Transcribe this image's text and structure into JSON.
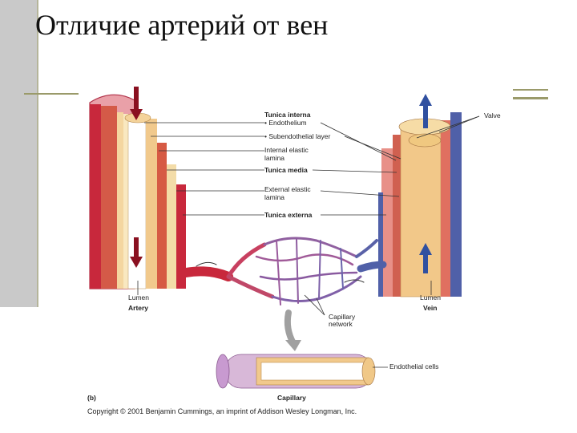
{
  "title": "Отличие артерий от вен",
  "labels": {
    "tunica_interna": "Tunica interna",
    "endothelium": "• Endothelium",
    "subendothelial": "• Subendothelial layer",
    "internal_elastic_1": "Internal elastic",
    "internal_elastic_2": "lamina",
    "tunica_media": "Tunica media",
    "external_elastic_1": "External elastic",
    "external_elastic_2": "lamina",
    "tunica_externa": "Tunica externa",
    "valve": "Valve",
    "lumen_artery": "Lumen",
    "artery": "Artery",
    "lumen_vein": "Lumen",
    "vein": "Vein",
    "capillary_network_1": "Capillary",
    "capillary_network_2": "network",
    "endothelial_cells": "Endothelial cells",
    "panel_b": "(b)",
    "capillary": "Capillary",
    "copyright": "Copyright © 2001 Benjamin Cummings, an imprint of Addison Wesley Longman, Inc."
  },
  "colors": {
    "artery_red": "#c8283c",
    "muscle": "#d86a4a",
    "intima": "#f0c890",
    "vein_blue": "#5060a8",
    "arrow_artery": "#8a1020",
    "arrow_vein": "#3050a0"
  }
}
